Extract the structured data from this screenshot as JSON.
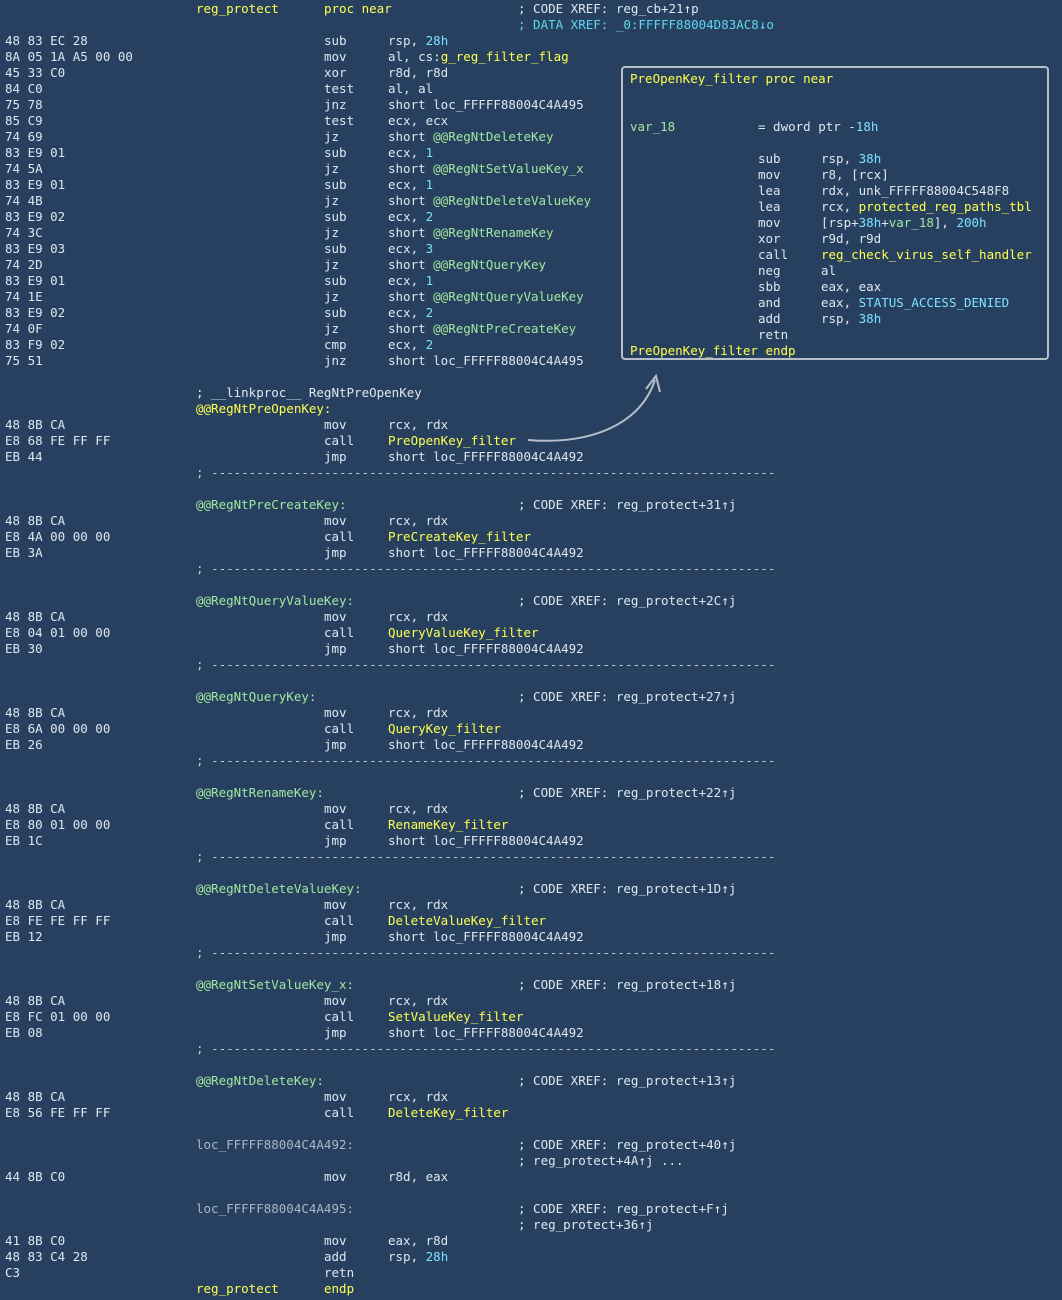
{
  "colors": {
    "background": "#27405f",
    "symbol_yellow": "#ffff4f",
    "label_green": "#a2e6a2",
    "number_cyan": "#7fe0ff",
    "plain_text": "#dfe7ef"
  },
  "listing": [
    {
      "label": "reg_protect",
      "label_color": "yellow",
      "mnem": "proc near",
      "mnem_color": "yellow",
      "comment": "; CODE XREF: reg_cb+21↑p"
    },
    {
      "comment": "; DATA XREF: _0:FFFFF88004D83AC8↓o",
      "comment_color": "cyan"
    },
    {
      "bytes": "48 83 EC 28",
      "mnem": "sub",
      "ops": "rsp, 28h"
    },
    {
      "bytes": "8A 05 1A A5 00 00",
      "mnem": "mov",
      "ops": "al, cs:g_reg_filter_flag"
    },
    {
      "bytes": "45 33 C0",
      "mnem": "xor",
      "ops": "r8d, r8d"
    },
    {
      "bytes": "84 C0",
      "mnem": "test",
      "ops": "al, al"
    },
    {
      "bytes": "75 78",
      "mnem": "jnz",
      "ops": "short loc_FFFFF88004C4A495"
    },
    {
      "bytes": "85 C9",
      "mnem": "test",
      "ops": "ecx, ecx"
    },
    {
      "bytes": "74 69",
      "mnem": "jz",
      "ops": "short @@RegNtDeleteKey"
    },
    {
      "bytes": "83 E9 01",
      "mnem": "sub",
      "ops": "ecx, 1"
    },
    {
      "bytes": "74 5A",
      "mnem": "jz",
      "ops": "short @@RegNtSetValueKey_x"
    },
    {
      "bytes": "83 E9 01",
      "mnem": "sub",
      "ops": "ecx, 1"
    },
    {
      "bytes": "74 4B",
      "mnem": "jz",
      "ops": "short @@RegNtDeleteValueKey"
    },
    {
      "bytes": "83 E9 02",
      "mnem": "sub",
      "ops": "ecx, 2"
    },
    {
      "bytes": "74 3C",
      "mnem": "jz",
      "ops": "short @@RegNtRenameKey"
    },
    {
      "bytes": "83 E9 03",
      "mnem": "sub",
      "ops": "ecx, 3"
    },
    {
      "bytes": "74 2D",
      "mnem": "jz",
      "ops": "short @@RegNtQueryKey"
    },
    {
      "bytes": "83 E9 01",
      "mnem": "sub",
      "ops": "ecx, 1"
    },
    {
      "bytes": "74 1E",
      "mnem": "jz",
      "ops": "short @@RegNtQueryValueKey"
    },
    {
      "bytes": "83 E9 02",
      "mnem": "sub",
      "ops": "ecx, 2"
    },
    {
      "bytes": "74 0F",
      "mnem": "jz",
      "ops": "short @@RegNtPreCreateKey"
    },
    {
      "bytes": "83 F9 02",
      "mnem": "cmp",
      "ops": "ecx, 2"
    },
    {
      "bytes": "75 51",
      "mnem": "jnz",
      "ops": "short loc_FFFFF88004C4A495"
    },
    {},
    {
      "label": "; __linkproc__ RegNtPreOpenKey",
      "label_color": "plain"
    },
    {
      "label": "@@RegNtPreOpenKey:",
      "label_color": "yellow"
    },
    {
      "bytes": "48 8B CA",
      "mnem": "mov",
      "ops": "rcx, rdx"
    },
    {
      "bytes": "E8 68 FE FF FF",
      "mnem": "call",
      "ops": "PreOpenKey_filter",
      "ops_color": "yellow"
    },
    {
      "bytes": "EB 44",
      "mnem": "jmp",
      "ops": "short loc_FFFFF88004C4A492"
    },
    {
      "sep": "; ---------------------------------------------------------------------------"
    },
    {},
    {
      "label": "@@RegNtPreCreateKey:",
      "label_color": "green",
      "comment": "; CODE XREF: reg_protect+31↑j"
    },
    {
      "bytes": "48 8B CA",
      "mnem": "mov",
      "ops": "rcx, rdx"
    },
    {
      "bytes": "E8 4A 00 00 00",
      "mnem": "call",
      "ops": "PreCreateKey_filter",
      "ops_color": "yellow"
    },
    {
      "bytes": "EB 3A",
      "mnem": "jmp",
      "ops": "short loc_FFFFF88004C4A492"
    },
    {
      "sep": "; ---------------------------------------------------------------------------"
    },
    {},
    {
      "label": "@@RegNtQueryValueKey:",
      "label_color": "green",
      "comment": "; CODE XREF: reg_protect+2C↑j"
    },
    {
      "bytes": "48 8B CA",
      "mnem": "mov",
      "ops": "rcx, rdx"
    },
    {
      "bytes": "E8 04 01 00 00",
      "mnem": "call",
      "ops": "QueryValueKey_filter",
      "ops_color": "yellow"
    },
    {
      "bytes": "EB 30",
      "mnem": "jmp",
      "ops": "short loc_FFFFF88004C4A492"
    },
    {
      "sep": "; ---------------------------------------------------------------------------"
    },
    {},
    {
      "label": "@@RegNtQueryKey:",
      "label_color": "green",
      "comment": "; CODE XREF: reg_protect+27↑j"
    },
    {
      "bytes": "48 8B CA",
      "mnem": "mov",
      "ops": "rcx, rdx"
    },
    {
      "bytes": "E8 6A 00 00 00",
      "mnem": "call",
      "ops": "QueryKey_filter",
      "ops_color": "yellow"
    },
    {
      "bytes": "EB 26",
      "mnem": "jmp",
      "ops": "short loc_FFFFF88004C4A492"
    },
    {
      "sep": "; ---------------------------------------------------------------------------"
    },
    {},
    {
      "label": "@@RegNtRenameKey:",
      "label_color": "green",
      "comment": "; CODE XREF: reg_protect+22↑j"
    },
    {
      "bytes": "48 8B CA",
      "mnem": "mov",
      "ops": "rcx, rdx"
    },
    {
      "bytes": "E8 80 01 00 00",
      "mnem": "call",
      "ops": "RenameKey_filter",
      "ops_color": "yellow"
    },
    {
      "bytes": "EB 1C",
      "mnem": "jmp",
      "ops": "short loc_FFFFF88004C4A492"
    },
    {
      "sep": "; ---------------------------------------------------------------------------"
    },
    {},
    {
      "label": "@@RegNtDeleteValueKey:",
      "label_color": "green",
      "comment": "; CODE XREF: reg_protect+1D↑j"
    },
    {
      "bytes": "48 8B CA",
      "mnem": "mov",
      "ops": "rcx, rdx"
    },
    {
      "bytes": "E8 FE FE FF FF",
      "mnem": "call",
      "ops": "DeleteValueKey_filter",
      "ops_color": "yellow"
    },
    {
      "bytes": "EB 12",
      "mnem": "jmp",
      "ops": "short loc_FFFFF88004C4A492"
    },
    {
      "sep": "; ---------------------------------------------------------------------------"
    },
    {},
    {
      "label": "@@RegNtSetValueKey_x:",
      "label_color": "green",
      "comment": "; CODE XREF: reg_protect+18↑j"
    },
    {
      "bytes": "48 8B CA",
      "mnem": "mov",
      "ops": "rcx, rdx"
    },
    {
      "bytes": "E8 FC 01 00 00",
      "mnem": "call",
      "ops": "SetValueKey_filter",
      "ops_color": "yellow"
    },
    {
      "bytes": "EB 08",
      "mnem": "jmp",
      "ops": "short loc_FFFFF88004C4A492"
    },
    {
      "sep": "; ---------------------------------------------------------------------------"
    },
    {},
    {
      "label": "@@RegNtDeleteKey:",
      "label_color": "green",
      "comment": "; CODE XREF: reg_protect+13↑j"
    },
    {
      "bytes": "48 8B CA",
      "mnem": "mov",
      "ops": "rcx, rdx"
    },
    {
      "bytes": "E8 56 FE FF FF",
      "mnem": "call",
      "ops": "DeleteKey_filter",
      "ops_color": "yellow"
    },
    {},
    {
      "label": "loc_FFFFF88004C4A492:",
      "label_color": "dim",
      "comment": "; CODE XREF: reg_protect+40↑j"
    },
    {
      "comment": "; reg_protect+4A↑j ..."
    },
    {
      "bytes": "44 8B C0",
      "mnem": "mov",
      "ops": "r8d, eax"
    },
    {},
    {
      "label": "loc_FFFFF88004C4A495:",
      "label_color": "dim",
      "comment": "; CODE XREF: reg_protect+F↑j"
    },
    {
      "comment": "; reg_protect+36↑j"
    },
    {
      "bytes": "41 8B C0",
      "mnem": "mov",
      "ops": "eax, r8d"
    },
    {
      "bytes": "48 83 C4 28",
      "mnem": "add",
      "ops": "rsp, 28h"
    },
    {
      "bytes": "C3",
      "mnem": "retn"
    },
    {
      "label": "reg_protect",
      "label_color": "yellow",
      "mnem": "endp",
      "mnem_color": "yellow"
    }
  ],
  "popup": {
    "lines": [
      {
        "label": "PreOpenKey_filter proc near",
        "label_color": "yellow"
      },
      {},
      {},
      {
        "label": "var_18",
        "label_color": "green",
        "eq": "= dword ptr -18h"
      },
      {},
      {
        "mnem": "sub",
        "ops": "rsp, 38h"
      },
      {
        "mnem": "mov",
        "ops": "r8, [rcx]"
      },
      {
        "mnem": "lea",
        "ops": "rdx, unk_FFFFF88004C548F8"
      },
      {
        "mnem": "lea",
        "ops": "rcx, protected_reg_paths_tbl"
      },
      {
        "mnem": "mov",
        "ops": "[rsp+38h+var_18], 200h"
      },
      {
        "mnem": "xor",
        "ops": "r9d, r9d"
      },
      {
        "mnem": "call",
        "ops": "reg_check_virus_self_handler"
      },
      {
        "mnem": "neg",
        "ops": "al"
      },
      {
        "mnem": "sbb",
        "ops": "eax, eax"
      },
      {
        "mnem": "and",
        "ops": "eax, STATUS_ACCESS_DENIED"
      },
      {
        "mnem": "add",
        "ops": "rsp, 38h"
      },
      {
        "mnem": "retn"
      },
      {
        "label": "PreOpenKey_filter endp",
        "label_color": "yellow"
      }
    ]
  }
}
